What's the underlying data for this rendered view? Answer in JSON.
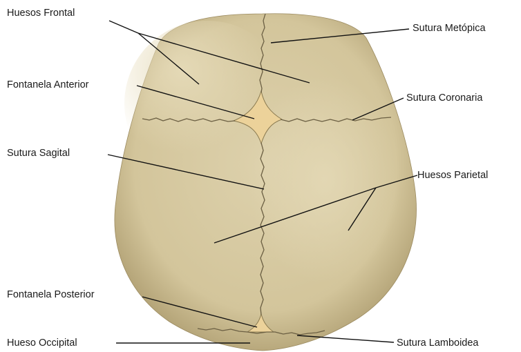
{
  "labels": {
    "huesos_frontal": "Huesos Frontal",
    "fontanela_anterior": "Fontanela Anterior",
    "sutura_sagital": "Sutura Sagital",
    "fontanela_posterior": "Fontanela Posterior",
    "hueso_occipital": "Hueso Occipital",
    "sutura_metopica": "Sutura Metópica",
    "sutura_coronaria": "Sutura Coronaria",
    "huesos_parietal": "Huesos Parietal",
    "sutura_lamboidea": "Sutura Lamboidea"
  },
  "colors": {
    "bone": "#d6c9a2",
    "bone_shadow": "#a8976a",
    "fontanelle": "#ecd29a",
    "suture": "#6b5f43",
    "leader": "#111111",
    "text": "#1a1a1a"
  }
}
